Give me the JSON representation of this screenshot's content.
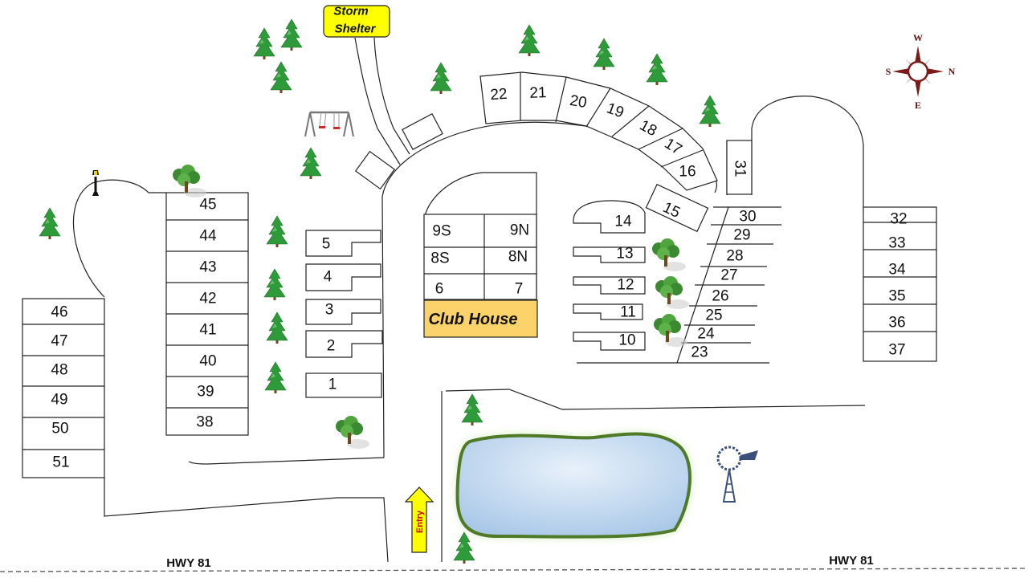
{
  "labels": {
    "storm_shelter_line1": "Storm",
    "storm_shelter_line2": "Shelter",
    "club_house": "Club House",
    "entry": "Entry",
    "hwy_left": "HWY 81",
    "hwy_right": "HWY 81"
  },
  "compass": {
    "w": "W",
    "s": "S",
    "n": "N",
    "e": "E"
  },
  "colors": {
    "storm_shelter_fill": "#ffff00",
    "club_house_fill": "#fcd36b",
    "entry_arrow_fill": "#ffff00",
    "entry_text": "#cc0000",
    "pond_fill": "#bcd6ee",
    "pond_border": "#4f7a28",
    "tree_green": "#2f9a3a",
    "compass_red": "#7a1a1a"
  },
  "lots": {
    "col_left": [
      "46",
      "47",
      "48",
      "49",
      "50",
      "51"
    ],
    "col_midleft": [
      "45",
      "44",
      "43",
      "42",
      "41",
      "40",
      "39",
      "38"
    ],
    "col_center": [
      "5",
      "4",
      "3",
      "2",
      "1"
    ],
    "clubhouse_units": [
      "9S",
      "9N",
      "8S",
      "8N",
      "6",
      "7"
    ],
    "arc": [
      "22",
      "21",
      "20",
      "19",
      "18",
      "17",
      "16"
    ],
    "single": [
      "31",
      "15"
    ],
    "col_inner": [
      "14",
      "13",
      "12",
      "11",
      "10"
    ],
    "diag": [
      "30",
      "29",
      "28",
      "27",
      "26",
      "25",
      "24",
      "23"
    ],
    "col_right": [
      "32",
      "33",
      "34",
      "35",
      "36",
      "37"
    ]
  },
  "icons": [
    "pine-tree-icon",
    "oak-tree-icon",
    "lamp-post-icon",
    "swing-set-icon",
    "windmill-icon",
    "compass-rose-icon",
    "entry-arrow-icon"
  ]
}
